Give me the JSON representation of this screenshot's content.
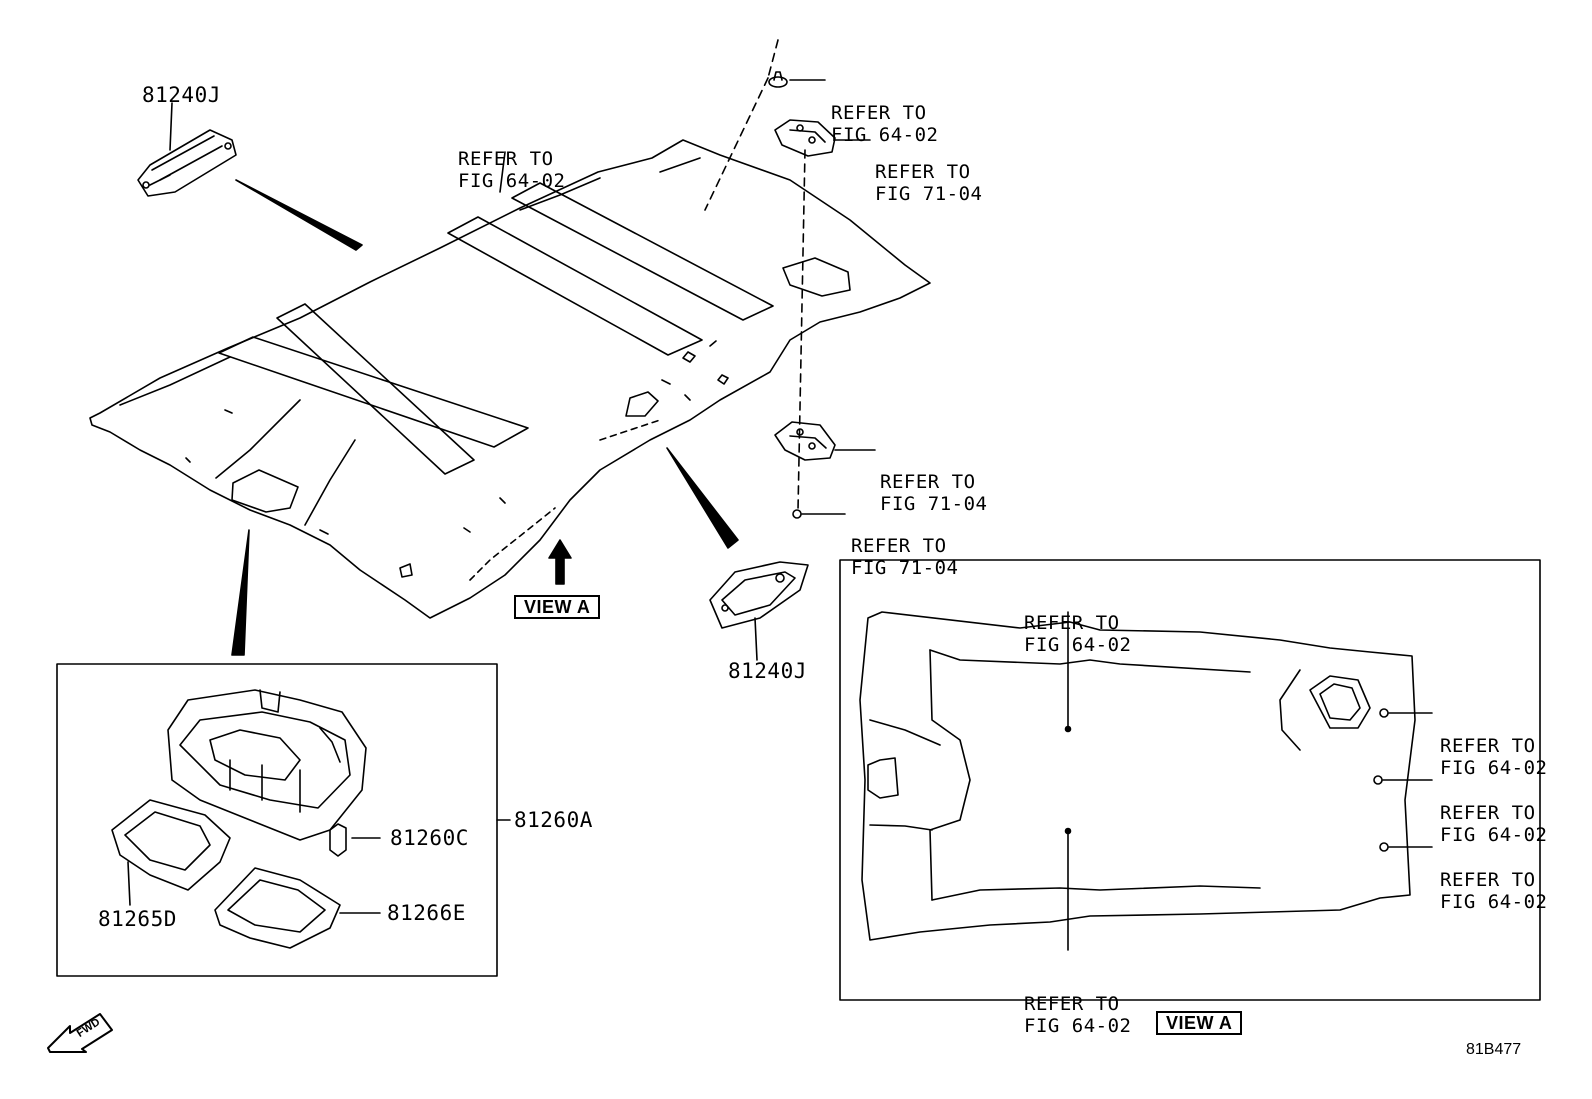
{
  "parts": {
    "visor_light_top": "81240J",
    "visor_light_bottom": "81240J",
    "map_lamp_assembly": "81260A",
    "bulb": "81260C",
    "lens_left": "81265D",
    "lens_right": "81266E"
  },
  "refs": {
    "headliner_top": [
      "REFER TO",
      "FIG 64-02"
    ],
    "clip_top": [
      "REFER TO",
      "FIG 64-02"
    ],
    "rear_lamp_top": [
      "REFER TO",
      "FIG 71-04"
    ],
    "rear_lamp_mid": [
      "REFER TO",
      "FIG 71-04"
    ],
    "screw_bottom": [
      "REFER TO",
      "FIG 71-04"
    ],
    "viewa_top": [
      "REFER TO",
      "FIG 64-02"
    ],
    "viewa_bottom": [
      "REFER TO",
      "FIG 64-02"
    ],
    "viewa_right_1": [
      "REFER TO",
      "FIG 64-02"
    ],
    "viewa_right_2": [
      "REFER TO",
      "FIG 64-02"
    ],
    "viewa_right_3": [
      "REFER TO",
      "FIG 64-02"
    ]
  },
  "view_labels": {
    "main": "VIEW A",
    "inset": "VIEW A"
  },
  "fwd_label": "FWD",
  "illustration_code": "81B477"
}
